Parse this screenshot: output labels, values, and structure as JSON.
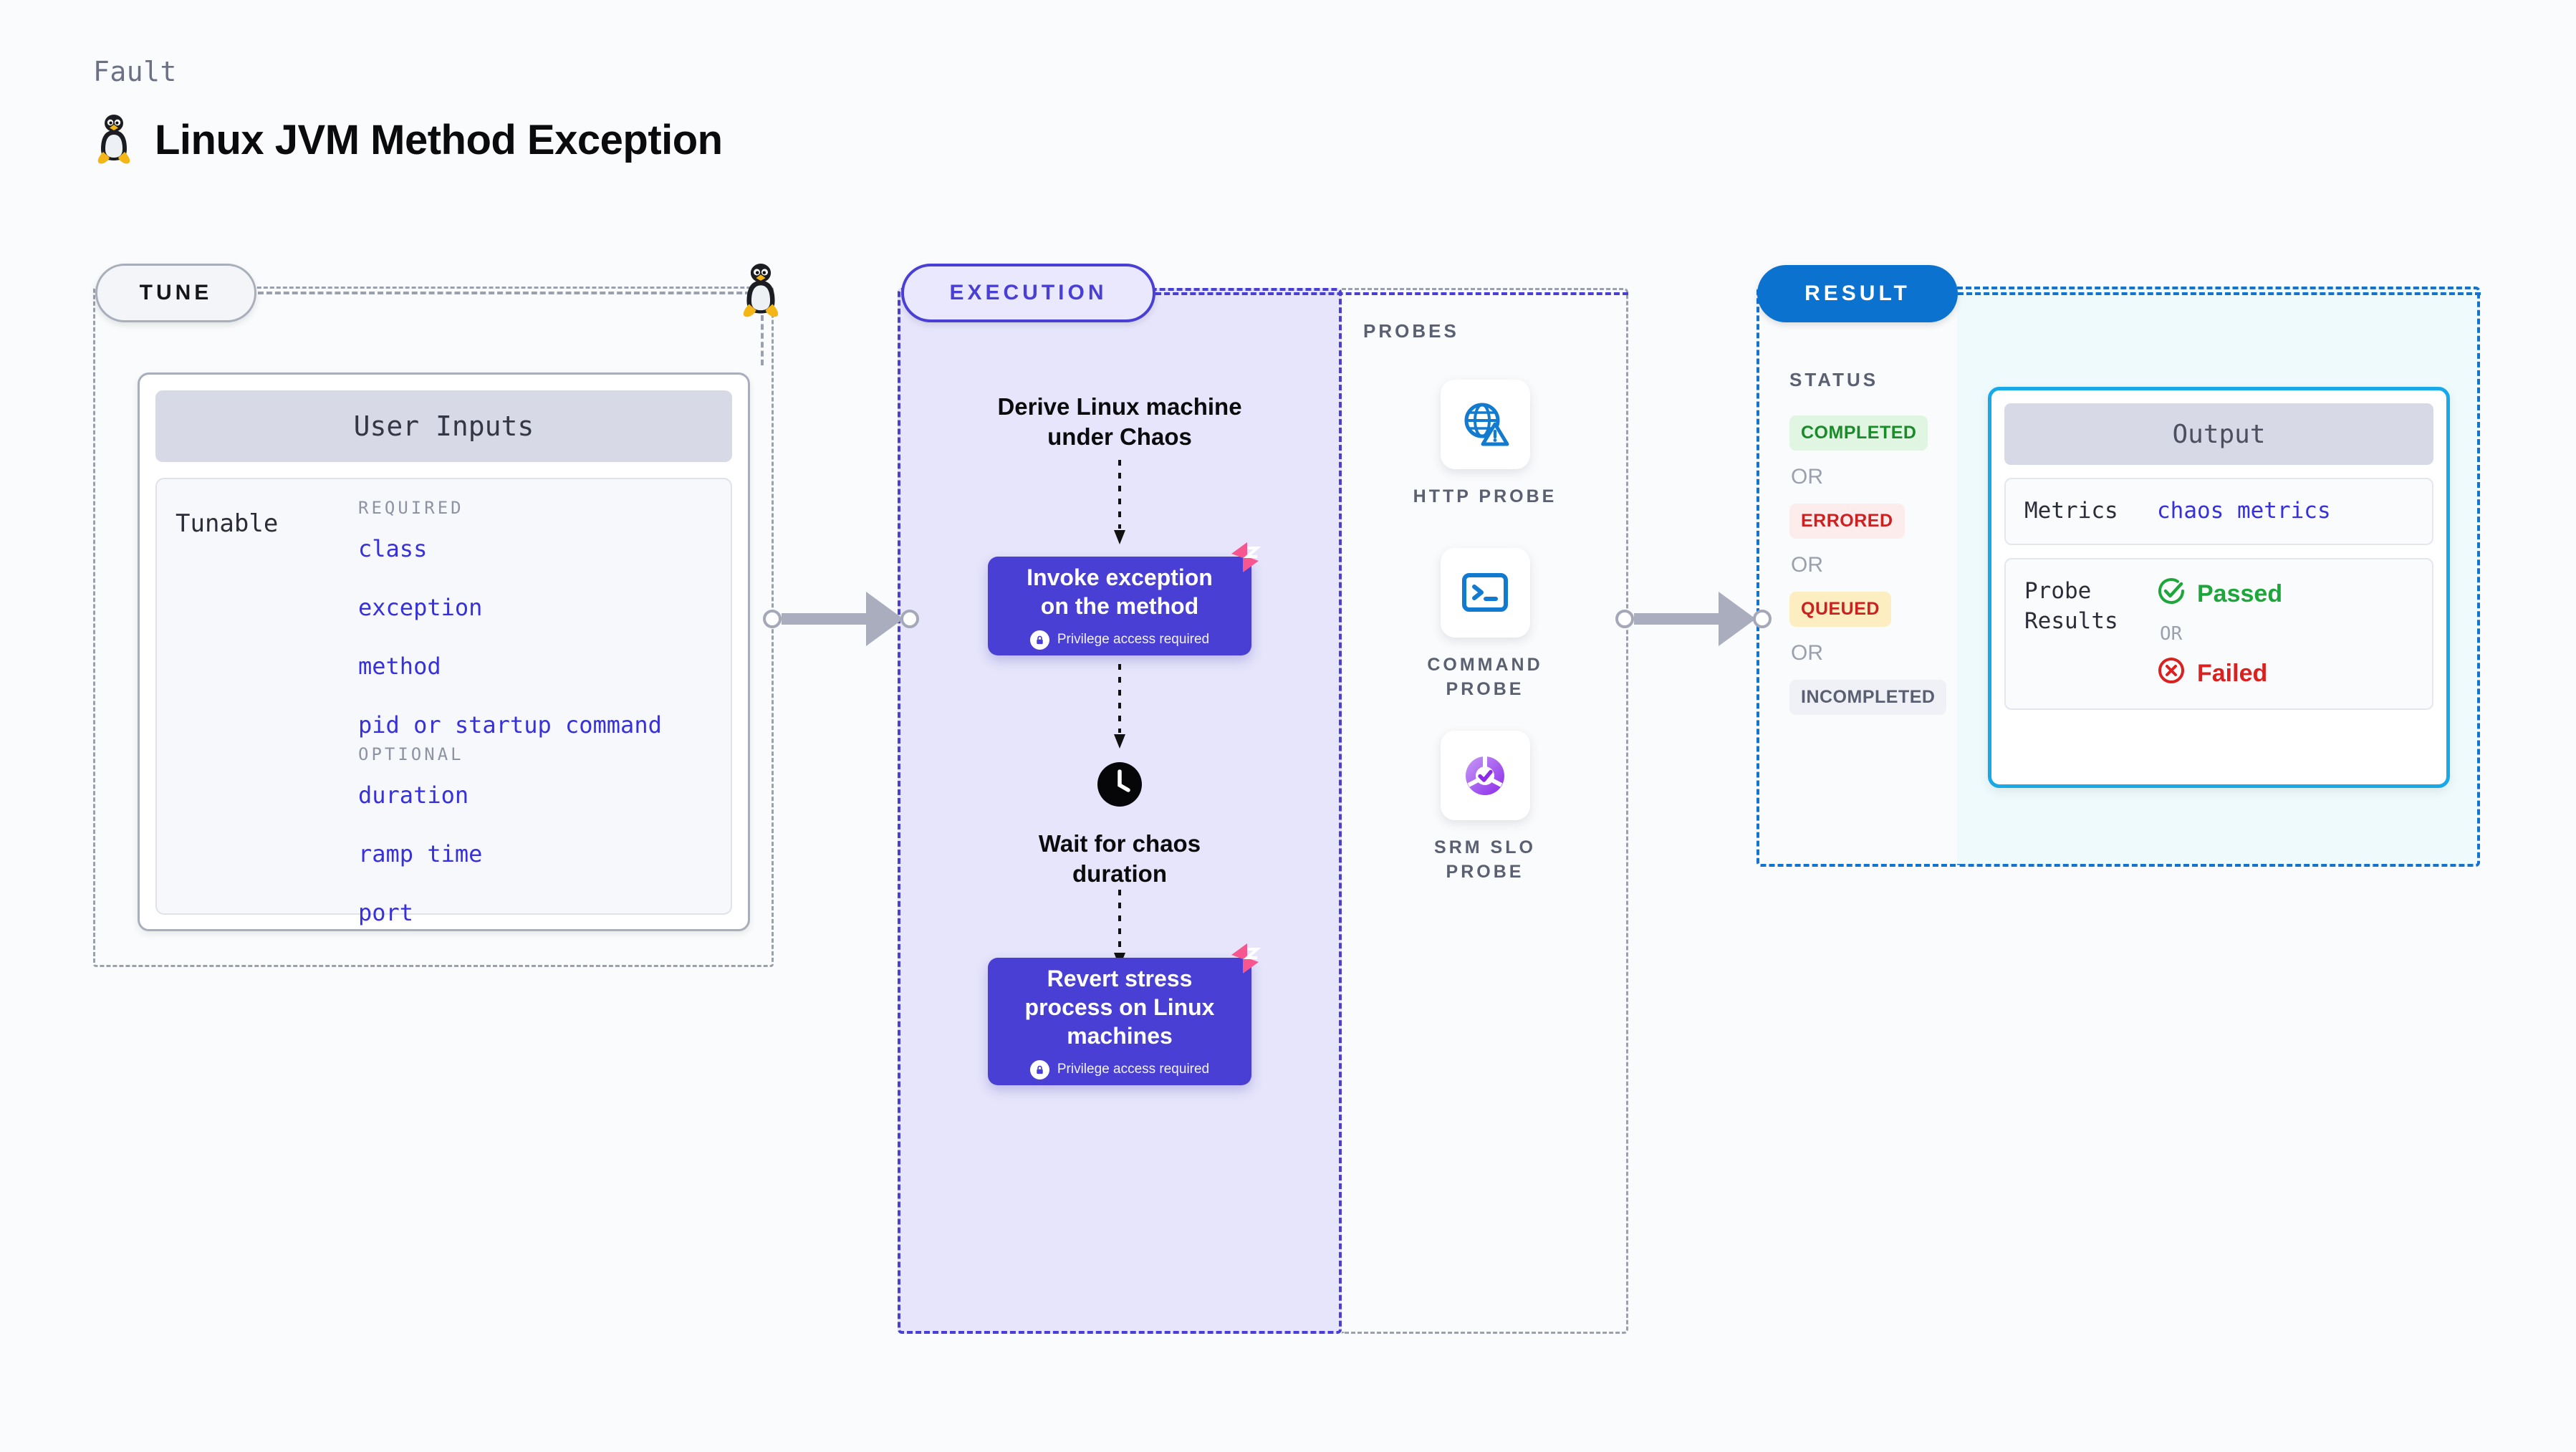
{
  "header": {
    "kicker": "Fault",
    "title": "Linux JVM Method Exception",
    "os_icon": "linux-tux-icon"
  },
  "tune": {
    "pill_label": "TUNE",
    "card_title": "User Inputs",
    "tunable_label": "Tunable",
    "groups": [
      {
        "title": "REQUIRED",
        "items": [
          "class",
          "exception",
          "method",
          "pid or startup command"
        ]
      },
      {
        "title": "OPTIONAL",
        "items": [
          "duration",
          "ramp time",
          "port"
        ]
      }
    ]
  },
  "execution": {
    "pill_label": "EXECUTION",
    "steps": [
      {
        "type": "text",
        "label": "Derive Linux machine\nunder Chaos"
      },
      {
        "type": "box",
        "label": "Invoke exception\non the method",
        "sub": "Privilege access required",
        "icon": "lock-icon",
        "badge": "harness-logo-icon"
      },
      {
        "type": "clock",
        "label": "Wait for chaos\nduration",
        "icon": "clock-icon"
      },
      {
        "type": "box",
        "label": "Revert stress\nprocess on Linux\nmachines",
        "sub": "Privilege access required",
        "icon": "lock-icon",
        "badge": "harness-logo-icon"
      }
    ]
  },
  "probes": {
    "title": "PROBES",
    "items": [
      {
        "label": "HTTP PROBE",
        "icon": "globe-warning-icon"
      },
      {
        "label": "COMMAND PROBE",
        "icon": "terminal-icon"
      },
      {
        "label": "SRM SLO PROBE",
        "icon": "slo-donut-check-icon"
      }
    ]
  },
  "result": {
    "pill_label": "RESULT",
    "status_title": "STATUS",
    "or_label": "OR",
    "statuses": [
      {
        "label": "COMPLETED",
        "bg": "#e1f6e2",
        "fg": "#1b8a2b"
      },
      {
        "label": "ERRORED",
        "bg": "#fdecec",
        "fg": "#cd2020"
      },
      {
        "label": "QUEUED",
        "bg": "#fdeec2",
        "fg": "#cd2020"
      },
      {
        "label": "INCOMPLETED",
        "bg": "#f0f1f6",
        "fg": "#5a6072"
      }
    ]
  },
  "output": {
    "card_title": "Output",
    "metrics_key": "Metrics",
    "metrics_value": "chaos metrics",
    "probe_key": "Probe\nResults",
    "probe_pass": "Passed",
    "probe_fail": "Failed",
    "or_label": "OR",
    "pass_icon": "check-circle-icon",
    "fail_icon": "x-circle-icon"
  },
  "colors": {
    "brand_purple": "#4a3fd4",
    "brand_blue": "#0b72d0",
    "accent_cyan": "#18a9e8",
    "harness_pink": "#f8568e",
    "link_indigo": "#3730dd"
  }
}
